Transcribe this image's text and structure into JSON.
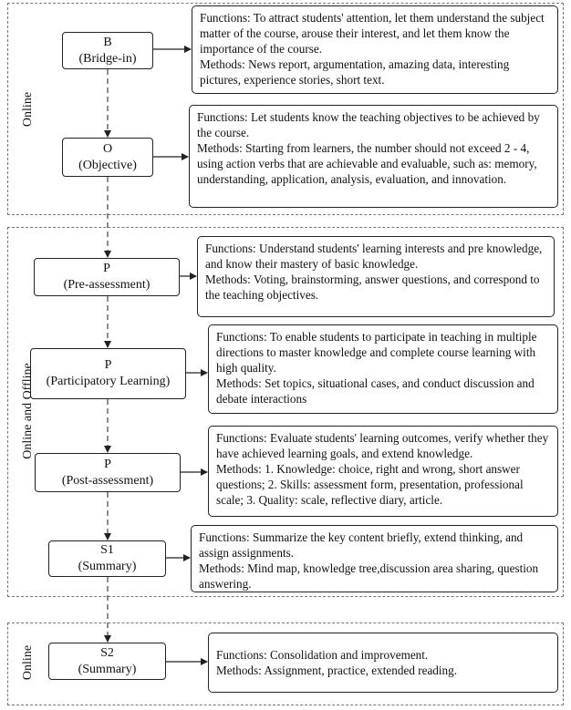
{
  "sections": [
    {
      "label": "Online"
    },
    {
      "label": "Online and Offline"
    },
    {
      "label": "Online"
    }
  ],
  "nodes": [
    {
      "code": "B",
      "name": "(Bridge-in)",
      "functions": "Functions: To attract students' attention, let them understand the subject matter of the course, arouse their interest, and let them know the importance of the course.",
      "methods": "Methods: News report, argumentation, amazing data, interesting pictures, experience stories, short text."
    },
    {
      "code": "O",
      "name": "(Objective)",
      "functions": "Functions: Let students know the teaching objectives to be achieved by the course.",
      "methods": "Methods: Starting from learners, the number should not exceed 2 - 4, using action verbs that are achievable and evaluable, such as: memory, understanding, application, analysis, evaluation, and innovation."
    },
    {
      "code": "P",
      "name": "(Pre-assessment)",
      "functions": "Functions: Understand students' learning interests and pre knowledge, and know their mastery of basic knowledge.",
      "methods": "Methods: Voting, brainstorming, answer questions, and correspond to the teaching objectives."
    },
    {
      "code": "P",
      "name": "(Participatory Learning)",
      "functions": "Functions: To enable students to participate in teaching in multiple directions to master knowledge and complete course learning with high quality.",
      "methods": "Methods: Set topics, situational cases, and conduct discussion and debate interactions"
    },
    {
      "code": "P",
      "name": "(Post-assessment)",
      "functions": "Functions: Evaluate students' learning outcomes, verify whether they have achieved learning goals, and extend knowledge.",
      "methods": "Methods: 1. Knowledge: choice, right and wrong, short answer questions; 2. Skills: assessment form, presentation, professional scale; 3. Quality: scale, reflective diary, article."
    },
    {
      "code": "S1",
      "name": "(Summary)",
      "functions": "Functions: Summarize the key content briefly, extend thinking, and assign assignments.",
      "methods": "Methods: Mind map, knowledge tree,discussion area sharing, question answering."
    },
    {
      "code": "S2",
      "name": "(Summary)",
      "functions": "Functions: Consolidation and improvement.",
      "methods": "Methods: Assignment, practice, extended reading."
    }
  ]
}
